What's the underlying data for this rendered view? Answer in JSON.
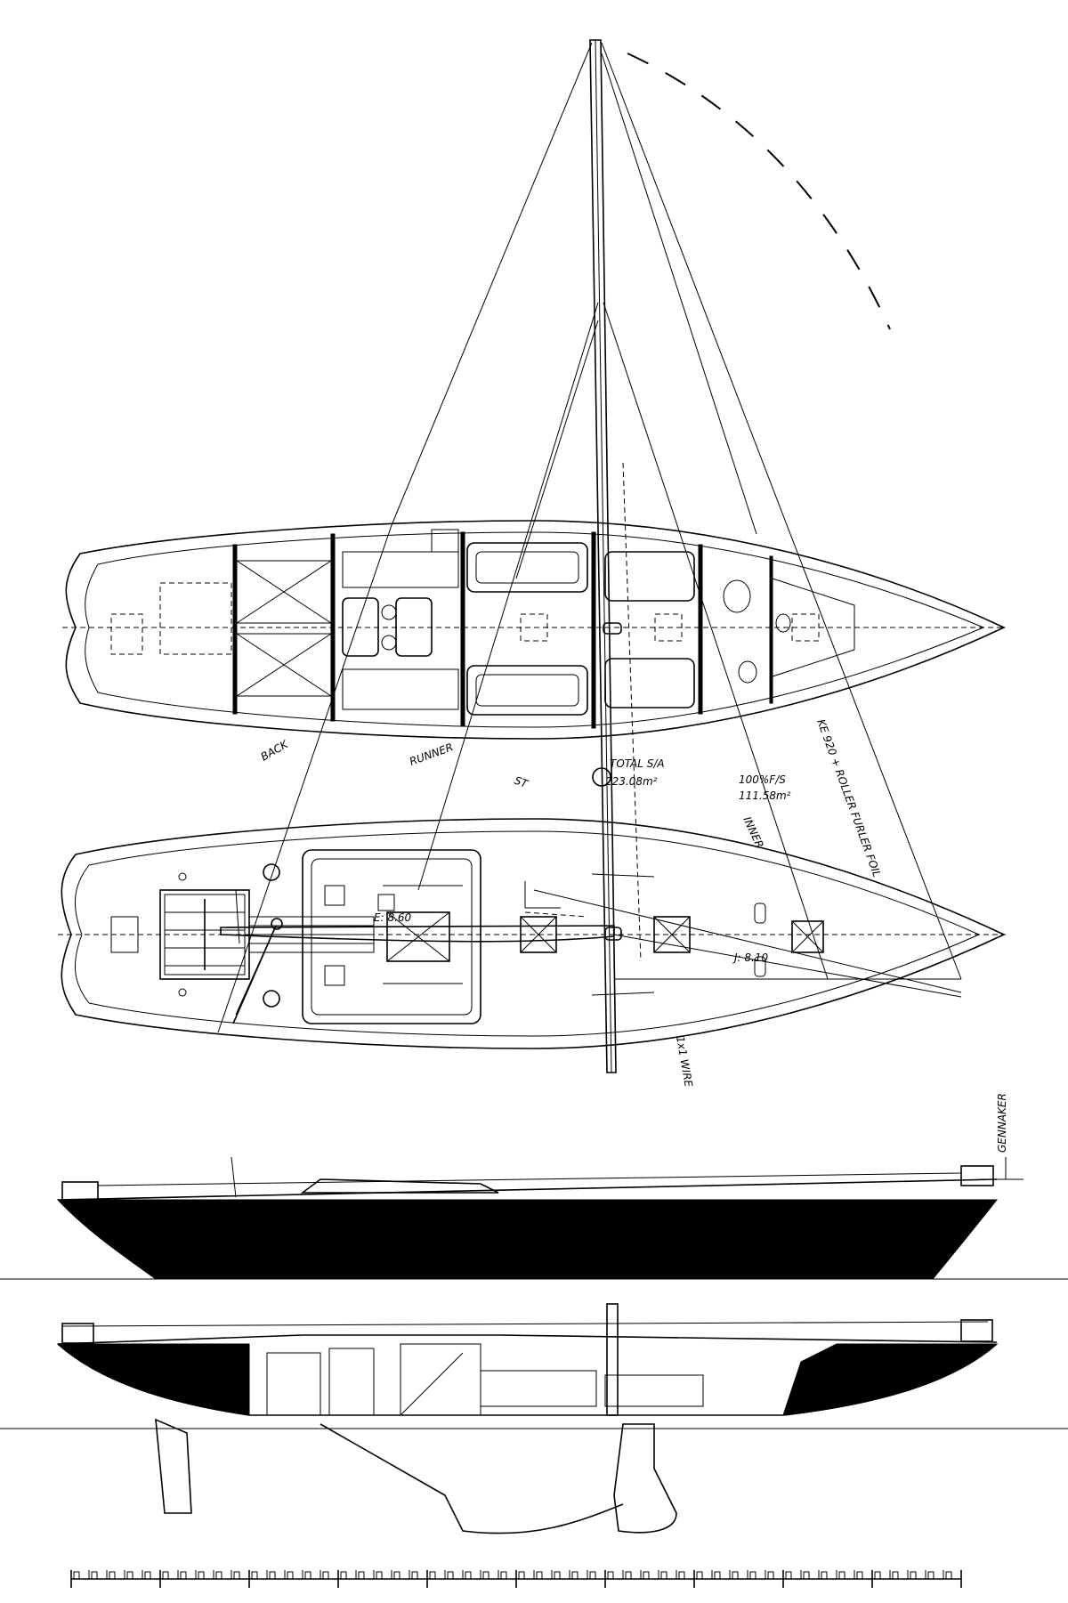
{
  "labels": {
    "total_sa": "TOTAL S/A",
    "total_sa_value": "223.08m²",
    "foretriangle": "100%F/S",
    "foretriangle_value": "111.58m²",
    "e_dimension": "E: 8.60",
    "j_dimension": "J: 8.10",
    "gennaker": "GENNAKER",
    "headstay": "KE 920 + ROLLER FURLER FOIL",
    "backstay": "BACK",
    "runner": "RUNNER",
    "inner": "INNER",
    "st": "ST",
    "mainsheet": "1x1 WIRE"
  }
}
